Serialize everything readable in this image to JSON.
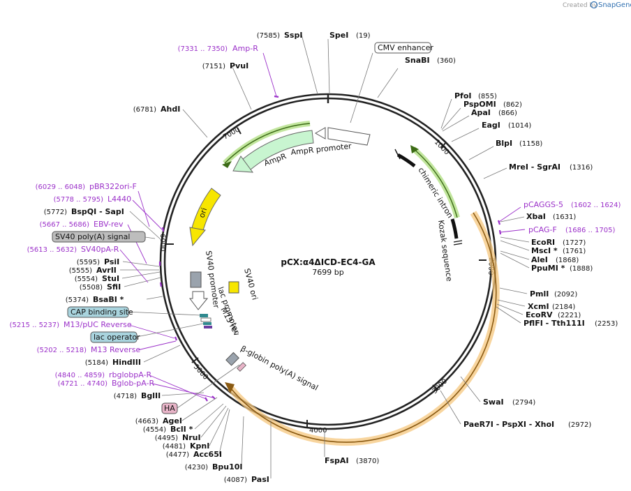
{
  "credit": {
    "created_by": "Created by",
    "brand": "SnapGene"
  },
  "plasmid": {
    "name": "pCX:α4ΔICD-EC4-GA",
    "length": "7699 bp"
  },
  "ticks": [
    "1000",
    "2000",
    "3000",
    "4000",
    "5000",
    "6000",
    "7000"
  ],
  "sites_right": [
    {
      "name": "SpeI",
      "pos": "(19)"
    },
    {
      "name": "SnaBI",
      "pos": "(360)"
    },
    {
      "name": "PfoI",
      "pos": "(855)"
    },
    {
      "name": "PspOMI",
      "pos": "(862)"
    },
    {
      "name": "ApaI",
      "pos": "(866)"
    },
    {
      "name": "EagI",
      "pos": "(1014)"
    },
    {
      "name": "BlpI",
      "pos": "(1158)"
    },
    {
      "name": "MreI - SgrAI",
      "pos": "(1316)"
    },
    {
      "name": "XbaI",
      "pos": "(1631)"
    },
    {
      "name": "EcoRI",
      "pos": "(1727)"
    },
    {
      "name": "MscI *",
      "pos": "(1761)"
    },
    {
      "name": "AleI",
      "pos": "(1868)"
    },
    {
      "name": "PpuMI *",
      "pos": "(1888)"
    },
    {
      "name": "PmlI",
      "pos": "(2092)"
    },
    {
      "name": "XcmI",
      "pos": "(2184)"
    },
    {
      "name": "EcoRV",
      "pos": "(2221)"
    },
    {
      "name": "PflFI - Tth111I",
      "pos": "(2253)"
    },
    {
      "name": "SwaI",
      "pos": "(2794)"
    },
    {
      "name": "PaeR7I - PspXI - XhoI",
      "pos": "(2972)"
    },
    {
      "name": "FspAI",
      "pos": "(3870)"
    }
  ],
  "sites_left": [
    {
      "name": "SspI",
      "pos": "(7585)"
    },
    {
      "name": "PvuI",
      "pos": "(7151)"
    },
    {
      "name": "AhdI",
      "pos": "(6781)"
    },
    {
      "name": "BspQI - SapI",
      "pos": "(5772)"
    },
    {
      "name": "PsiI",
      "pos": "(5595)"
    },
    {
      "name": "AvrII",
      "pos": "(5555)"
    },
    {
      "name": "StuI",
      "pos": "(5554)"
    },
    {
      "name": "SfiI",
      "pos": "(5508)"
    },
    {
      "name": "BsaBI *",
      "pos": "(5374)"
    },
    {
      "name": "HindIII",
      "pos": "(5184)"
    },
    {
      "name": "BglII",
      "pos": "(4718)"
    },
    {
      "name": "AgeI",
      "pos": "(4663)"
    },
    {
      "name": "BclI *",
      "pos": "(4554)"
    },
    {
      "name": "NruI",
      "pos": "(4495)"
    },
    {
      "name": "KpnI",
      "pos": "(4481)"
    },
    {
      "name": "Acc65I",
      "pos": "(4477)"
    },
    {
      "name": "Bpu10I",
      "pos": "(4230)"
    },
    {
      "name": "PasI",
      "pos": "(4087)"
    }
  ],
  "primers": [
    {
      "name": "Amp-R",
      "range": "(7331 .. 7350)"
    },
    {
      "name": "pCAGGS-5",
      "range": "(1602 .. 1624)"
    },
    {
      "name": "pCAG-F",
      "range": "(1686 .. 1705)"
    },
    {
      "name": "pBR322ori-F",
      "range": "(6029 .. 6048)"
    },
    {
      "name": "L4440",
      "range": "(5778 .. 5795)"
    },
    {
      "name": "EBV-rev",
      "range": "(5667 .. 5686)"
    },
    {
      "name": "SV40pA-R",
      "range": "(5613 .. 5632)"
    },
    {
      "name": "M13/pUC Reverse",
      "range": "(5215 .. 5237)"
    },
    {
      "name": "M13 Reverse",
      "range": "(5202 .. 5218)"
    },
    {
      "name": "rbglobpA-R",
      "range": "(4840 .. 4859)"
    },
    {
      "name": "Bglob-pA-R",
      "range": "(4721 .. 4740)"
    }
  ],
  "boxed_features": [
    {
      "name": "CMV enhancer",
      "fill": "#ffffff"
    },
    {
      "name": "SV40 poly(A) signal",
      "fill": "#bdbdbd"
    },
    {
      "name": "CAP binding site",
      "fill": "#a9d4de"
    },
    {
      "name": "lac operator",
      "fill": "#a9d4de"
    },
    {
      "name": "HA",
      "fill": "#e8b4c8"
    }
  ],
  "inner_features": {
    "ampr_promoter": "AmpR promoter",
    "ampr": "AmpR",
    "ori": "ori",
    "sv40_promoter": "SV40 promoter",
    "sv40_ori": "SV40 ori",
    "lac_promoter": "lac promoter",
    "m13_rev": "M13 rev",
    "beta_globin": "β-globin poly(A) signal",
    "chimeric_intron": "chimeric intron",
    "kozak": "Kozak sequence"
  },
  "colors": {
    "ampr": "#c8f5d0",
    "ori": "#f7e600",
    "green_highlight": "#8fd14f",
    "orange_highlight": "#f5c77e",
    "primer": "#9b30c9",
    "sv40_promoter": "#9aa3ad",
    "sv40_ori": "#f7e600"
  }
}
